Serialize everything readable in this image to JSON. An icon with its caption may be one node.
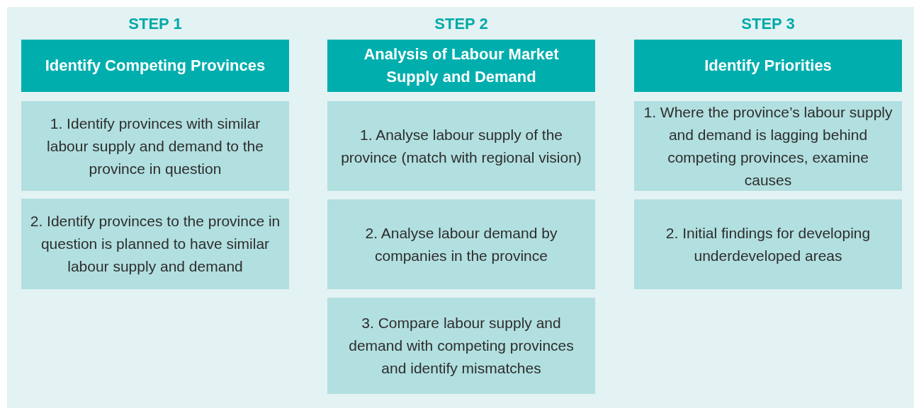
{
  "diagram": {
    "nodes": [
      {
        "text": [
          "STEP 1",
          "Identify Competing Provinces"
        ]
      },
      {
        "text": [
          "1. Identify provinces with similar labour supply and demand to the province in question"
        ]
      },
      {
        "text": [
          "2. Identify provinces to the province in question is planned to have similar labour supply and demand"
        ]
      },
      {
        "text": [
          "STEP 2",
          "Analysis of Labour Market Supply and Demand"
        ]
      },
      {
        "text": [
          "1. Analyse labour supply of the province (match with regional vision)"
        ]
      },
      {
        "text": [
          "2. Analyse labour demand by companies in the province"
        ]
      },
      {
        "text": [
          "3. Compare labour supply and demand with competing provinces and identify mismatches"
        ]
      },
      {
        "text": [
          "STEP 3",
          "Identify Priorities"
        ]
      },
      {
        "text": [
          "1. Where the province’s labour supply and demand is lagging behind competing provinces, examine causes"
        ]
      },
      {
        "text": [
          "2. Initial findings for developing underdeveloped areas"
        ]
      }
    ],
    "edges": []
  }
}
